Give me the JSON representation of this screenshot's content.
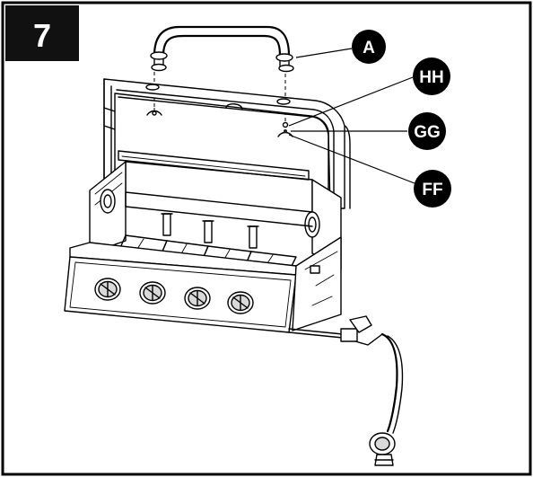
{
  "step": {
    "number": "7"
  },
  "callouts": [
    {
      "id": "A",
      "label": "A"
    },
    {
      "id": "HH",
      "label": "HH"
    },
    {
      "id": "GG",
      "label": "GG"
    },
    {
      "id": "FF",
      "label": "FF"
    }
  ],
  "colors": {
    "border": "#000000",
    "badge": "#111111",
    "callout": "#000000",
    "background": "#ffffff"
  }
}
